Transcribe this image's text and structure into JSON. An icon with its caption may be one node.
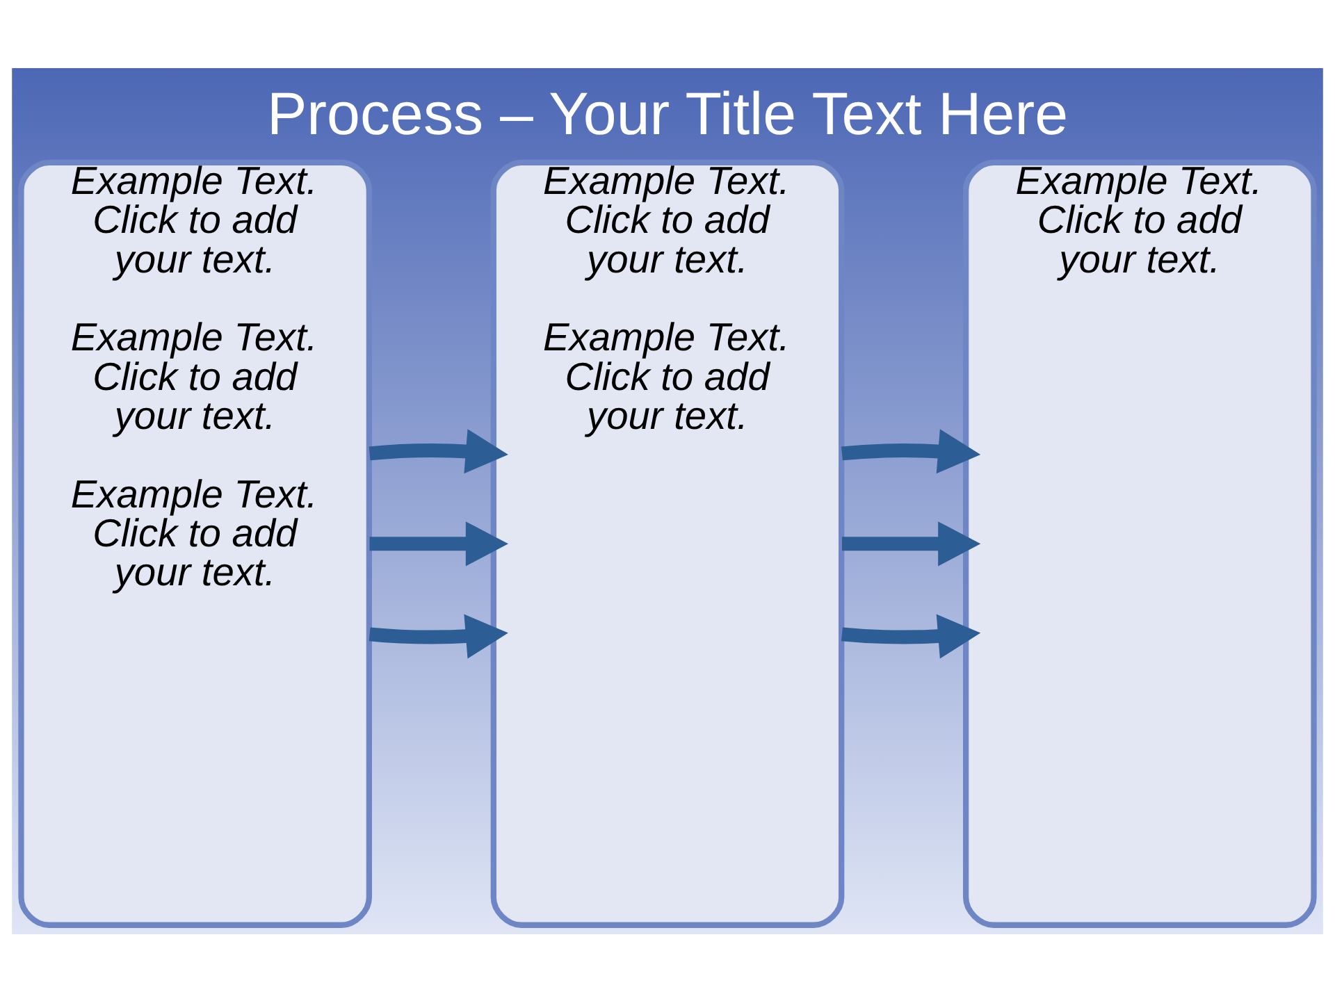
{
  "diagram": {
    "title": "Process – Your Title Text Here",
    "nodes": [
      {
        "text": [
          "Example Text. Click to add your text.",
          "Example Text. Click to add your text.",
          "Example Text. Click to add your text."
        ]
      },
      {
        "text": [
          "Example Text. Click to add your text.",
          "Example Text. Click to add your text."
        ]
      },
      {
        "text": [
          "Example Text. Click to add your text."
        ]
      }
    ],
    "edges": [
      {
        "from": 0,
        "to": 1,
        "arrow": "to"
      },
      {
        "from": 0,
        "to": 1,
        "arrow": "to"
      },
      {
        "from": 0,
        "to": 1,
        "arrow": "to"
      },
      {
        "from": 1,
        "to": 2,
        "arrow": "to"
      },
      {
        "from": 1,
        "to": 2,
        "arrow": "to"
      },
      {
        "from": 1,
        "to": 2,
        "arrow": "to"
      }
    ]
  }
}
